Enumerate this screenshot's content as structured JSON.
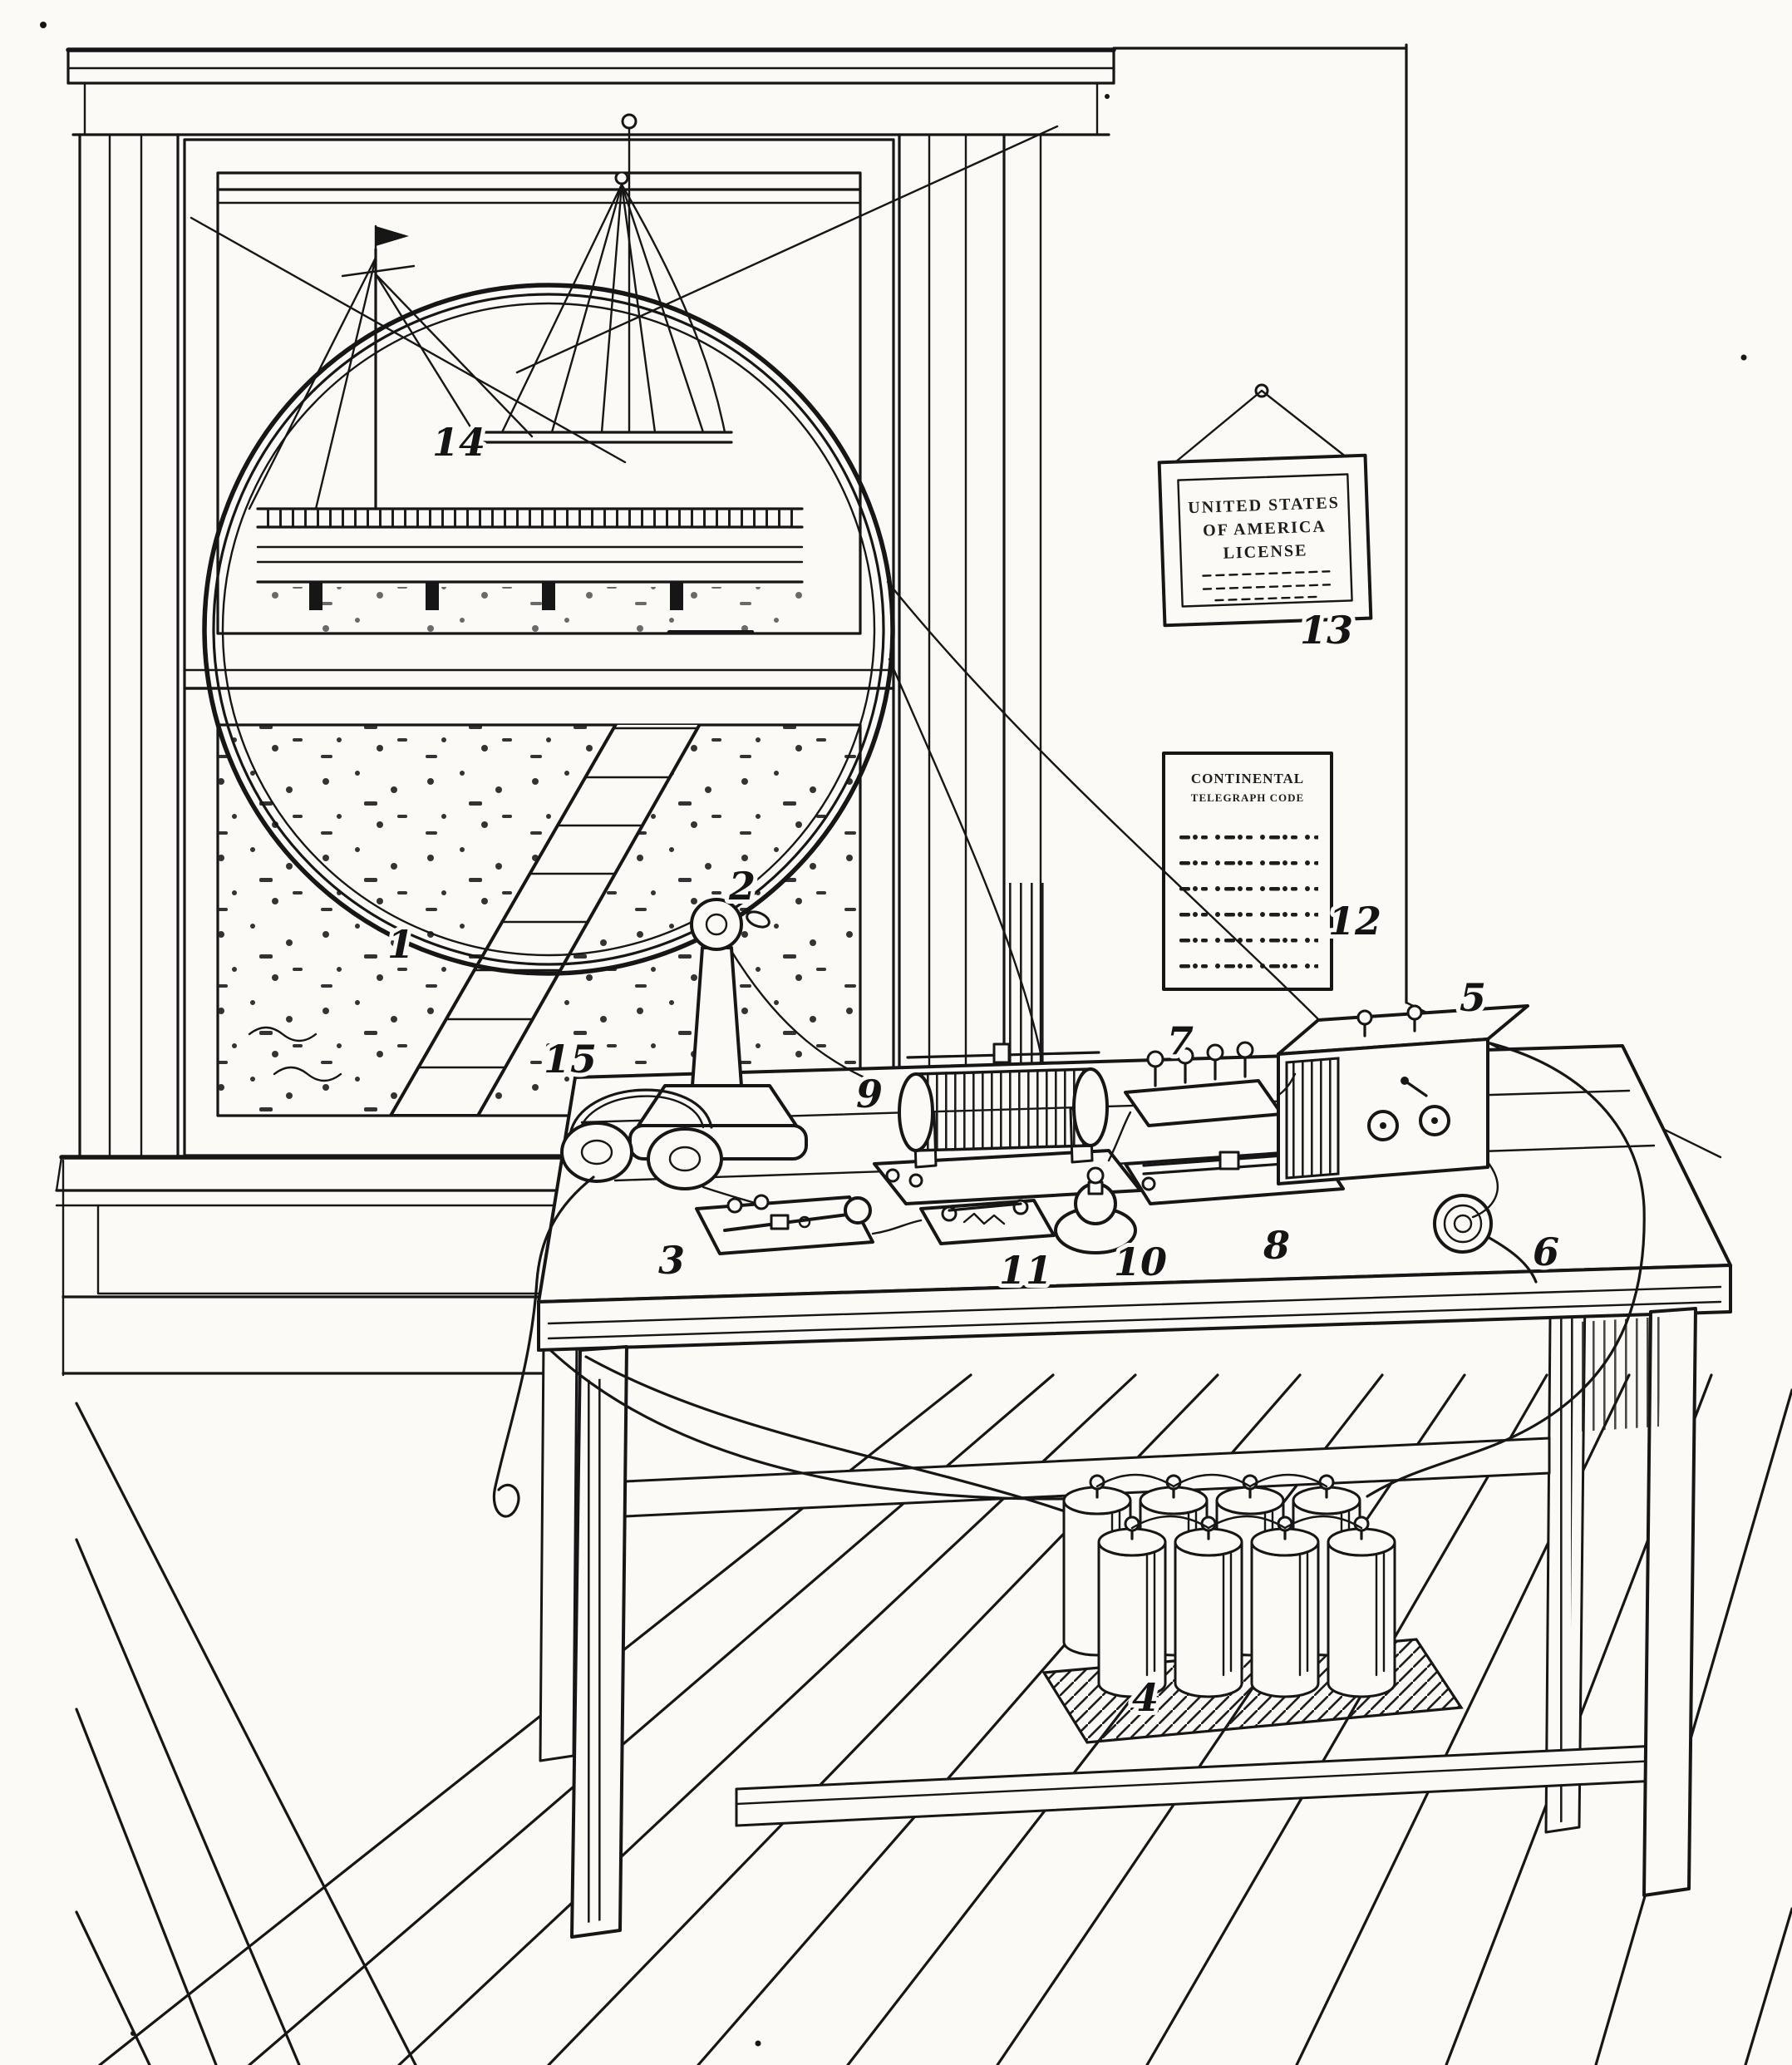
{
  "figure": {
    "paper_color": "#fbfaf6",
    "ink_color": "#161616"
  },
  "callouts": [
    {
      "num": "1"
    },
    {
      "num": "2"
    },
    {
      "num": "3"
    },
    {
      "num": "4"
    },
    {
      "num": "5"
    },
    {
      "num": "6"
    },
    {
      "num": "7"
    },
    {
      "num": "8"
    },
    {
      "num": "9"
    },
    {
      "num": "10"
    },
    {
      "num": "11"
    },
    {
      "num": "12"
    },
    {
      "num": "13"
    },
    {
      "num": "14"
    },
    {
      "num": "15"
    }
  ],
  "license_sign": {
    "line1": "UNITED STATES",
    "line2": "OF AMERICA",
    "line3": "LICENSE"
  },
  "code_card": {
    "line1": "CONTINENTAL",
    "line2": "TELEGRAPH CODE"
  }
}
